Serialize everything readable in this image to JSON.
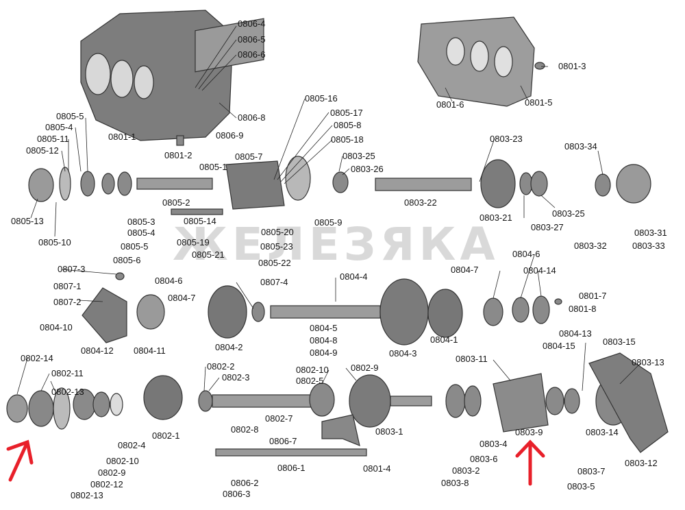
{
  "watermark": "ЖЕЛЕЗЯКА",
  "colors": {
    "arrow": "#e8202a",
    "part": "#5a5a5a",
    "part_light": "#9a9a9a",
    "text": "#111111"
  },
  "labels": {
    "p0806_4": "0806-4",
    "p0806_5": "0806-5",
    "p0806_6": "0806-6",
    "p0806_8": "0806-8",
    "p0806_9": "0806-9",
    "p0801_1": "0801-1",
    "p0801_2": "0801-2",
    "p0801_3": "0801-3",
    "p0801_5": "0801-5",
    "p0801_6": "0801-6",
    "p0805_1": "0805-1",
    "p0805_2": "0805-2",
    "p0805_3": "0805-3",
    "p0805_4a": "0805-4",
    "p0805_4b": "0805-4",
    "p0805_5a": "0805-5",
    "p0805_5b": "0805-5",
    "p0805_6": "0805-6",
    "p0805_7": "0805-7",
    "p0805_8": "0805-8",
    "p0805_9": "0805-9",
    "p0805_10": "0805-10",
    "p0805_11": "0805-11",
    "p0805_12": "0805-12",
    "p0805_13": "0805-13",
    "p0805_14": "0805-14",
    "p0805_16": "0805-16",
    "p0805_17": "0805-17",
    "p0805_18": "0805-18",
    "p0805_19": "0805-19",
    "p0805_20": "0805-20",
    "p0805_21": "0805-21",
    "p0805_22": "0805-22",
    "p0805_23": "0805-23",
    "p0803_21": "0803-21",
    "p0803_22": "0803-22",
    "p0803_23": "0803-23",
    "p0803_25a": "0803-25",
    "p0803_25b": "0803-25",
    "p0803_26": "0803-26",
    "p0803_27": "0803-27",
    "p0803_31": "0803-31",
    "p0803_32": "0803-32",
    "p0803_33": "0803-33",
    "p0803_34": "0803-34",
    "p0807_1": "0807-1",
    "p0807_2": "0807-2",
    "p0807_3": "0807-3",
    "p0807_4": "0807-4",
    "p0804_1": "0804-1",
    "p0804_2": "0804-2",
    "p0804_3": "0804-3",
    "p0804_4": "0804-4",
    "p0804_5": "0804-5",
    "p0804_6a": "0804-6",
    "p0804_6b": "0804-6",
    "p0804_7a": "0804-7",
    "p0804_7b": "0804-7",
    "p0804_8": "0804-8",
    "p0804_9": "0804-9",
    "p0804_10": "0804-10",
    "p0804_11": "0804-11",
    "p0804_12": "0804-12",
    "p0804_13": "0804-13",
    "p0804_14": "0804-14",
    "p0804_15": "0804-15",
    "p0801_7": "0801-7",
    "p0801_8": "0801-8",
    "p0802_1": "0802-1",
    "p0802_2": "0802-2",
    "p0802_3": "0802-3",
    "p0802_4": "0802-4",
    "p0802_5": "0802-5",
    "p0802_7": "0802-7",
    "p0802_8": "0802-8",
    "p0802_9": "0802-9",
    "p0802_10a": "0802-10",
    "p0802_10b": "0802-10",
    "p0802_11": "0802-11",
    "p0802_12": "0802-12",
    "p0802_13a": "0802-13",
    "p0802_13b": "0802-13",
    "p0802_14": "0802-14",
    "p0802_9b": "0802-9",
    "p0803_1": "0803-1",
    "p0803_2": "0803-2",
    "p0803_4": "0803-4",
    "p0803_5": "0803-5",
    "p0803_6": "0803-6",
    "p0803_7": "0803-7",
    "p0803_8": "0803-8",
    "p0803_9": "0803-9",
    "p0803_11": "0803-11",
    "p0803_12": "0803-12",
    "p0803_13": "0803-13",
    "p0803_14": "0803-14",
    "p0803_15": "0803-15",
    "p0806_1": "0806-1",
    "p0806_2": "0806-2",
    "p0806_3": "0806-3",
    "p0806_7": "0806-7",
    "p0801_4": "0801-4"
  }
}
